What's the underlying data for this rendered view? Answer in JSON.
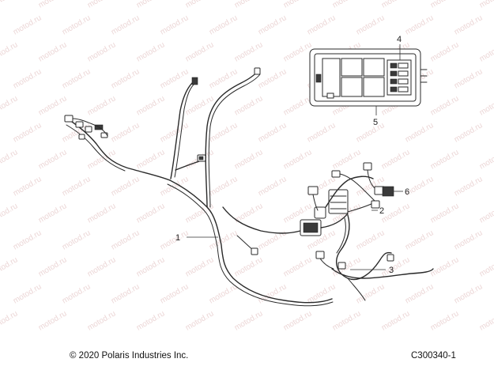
{
  "watermark": "motod.ru",
  "callouts": {
    "c1": "1",
    "c2": "2",
    "c3": "3",
    "c4": "4",
    "c5": "5",
    "c6": "6"
  },
  "footer": {
    "copyright": "© 2020 Polaris Industries Inc.",
    "diagram_code": "C300340-1"
  }
}
